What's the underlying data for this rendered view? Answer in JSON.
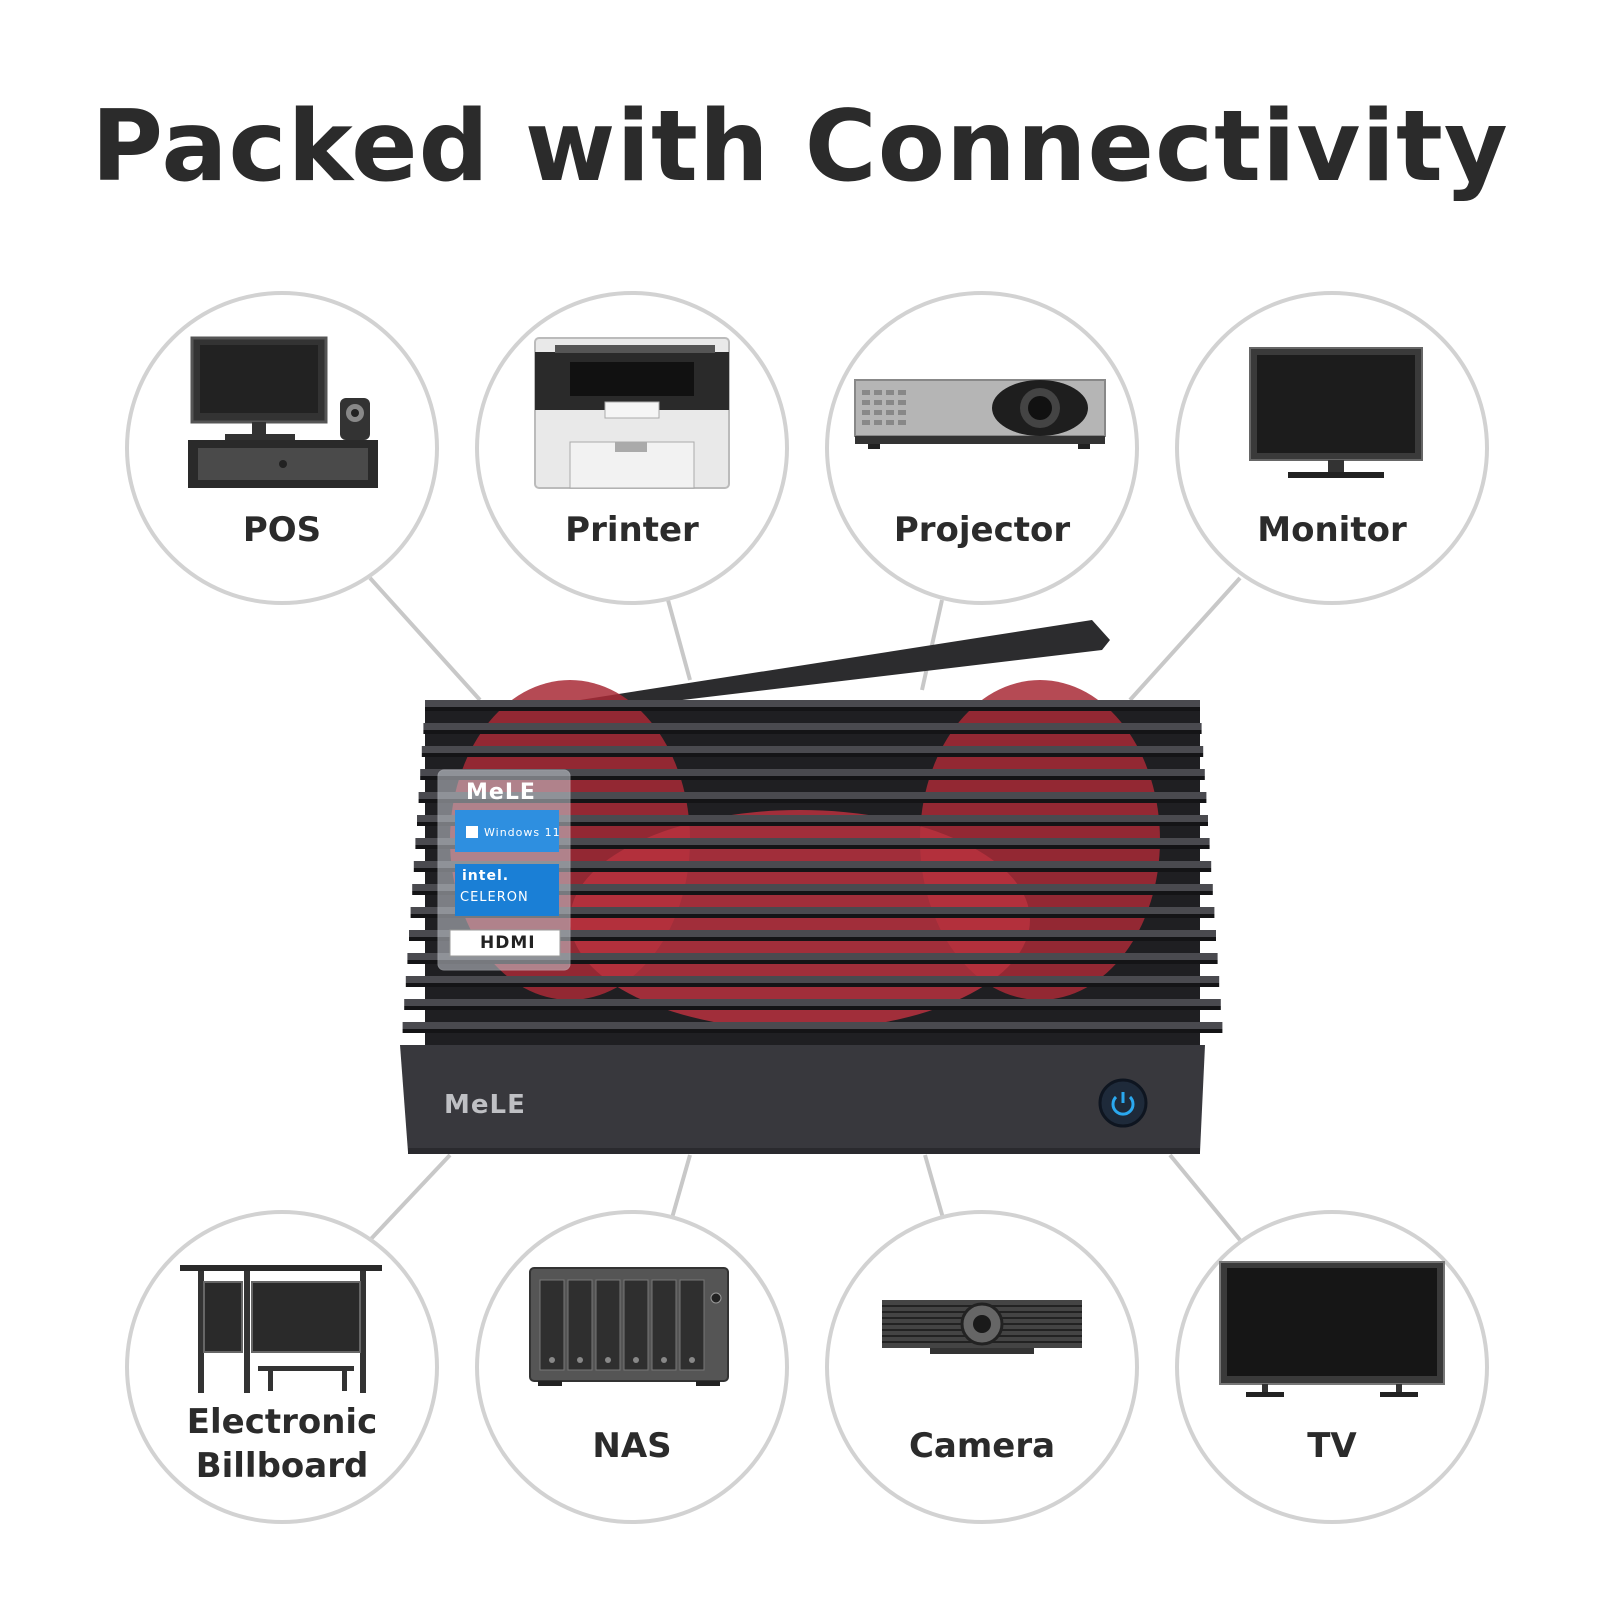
{
  "title": "Packed with Connectivity",
  "devices_top": [
    {
      "label": "POS",
      "icon": "pos-terminal-icon"
    },
    {
      "label": "Printer",
      "icon": "printer-icon"
    },
    {
      "label": "Projector",
      "icon": "projector-icon"
    },
    {
      "label": "Monitor",
      "icon": "monitor-icon"
    }
  ],
  "devices_bottom": [
    {
      "label_line1": "Electronic",
      "label_line2": "Billboard",
      "icon": "billboard-icon"
    },
    {
      "label": "NAS",
      "icon": "nas-icon"
    },
    {
      "label": "Camera",
      "icon": "camera-icon"
    },
    {
      "label": "TV",
      "icon": "tv-icon"
    }
  ],
  "product": {
    "brand": "MeLE",
    "stickers": [
      "MeLE",
      "Windows 11",
      "intel.",
      "CELERON",
      "HDMI"
    ],
    "power_icon": "power-icon"
  },
  "colors": {
    "text": "#2b2b2b",
    "circle_stroke": "#d2d2d2",
    "connector": "#c8c8c8",
    "device_dark": "#2f2f2f",
    "fan_red": "#c0303c",
    "power_blue": "#1e9be0"
  }
}
